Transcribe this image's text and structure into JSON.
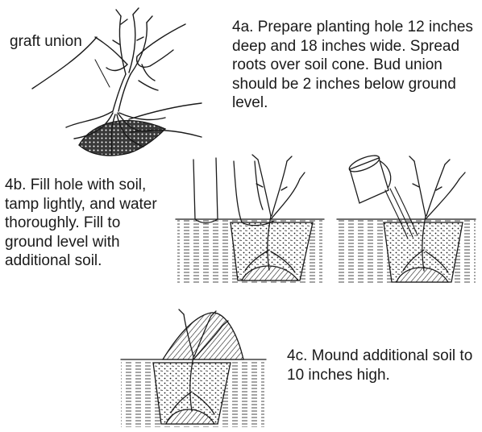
{
  "labels": {
    "graft_union": "graft union"
  },
  "steps": {
    "a": "4a. Prepare planting hole 12 inches deep and 18 inches wide. Spread roots over soil cone. Bud union should be 2 inches below ground level.",
    "b": "4b. Fill hole with soil, tamp lightly, and water thoroughly. Fill to ground level with additional soil.",
    "c": "4c. Mound additional soil to 10 inches high."
  },
  "colors": {
    "ink": "#1a1a1a",
    "background": "#ffffff"
  }
}
